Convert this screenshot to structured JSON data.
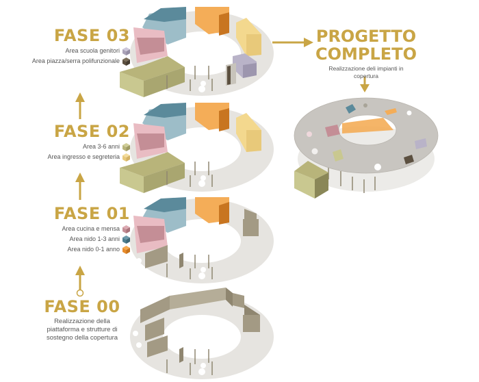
{
  "phases": [
    {
      "id": "fase-03",
      "title": "FASE 03",
      "legend": [
        {
          "label": "Area scuola genitori",
          "color": "#aaa3b8"
        },
        {
          "label": "Area piazza/serra polifunzionale",
          "color": "#5c5040"
        }
      ]
    },
    {
      "id": "fase-02",
      "title": "FASE 02",
      "legend": [
        {
          "label": "Area 3-6 anni",
          "color": "#b8b47a"
        },
        {
          "label": "Area ingresso e segreteria",
          "color": "#e8c97a"
        }
      ]
    },
    {
      "id": "fase-01",
      "title": "FASE 01",
      "legend": [
        {
          "label": "Area cucina e mensa",
          "color": "#c48e96"
        },
        {
          "label": "Area nido 1-3 anni",
          "color": "#4f7f90"
        },
        {
          "label": "Area nido 0-1 anno",
          "color": "#e88c2c"
        }
      ]
    },
    {
      "id": "fase-00",
      "title": "FASE 00",
      "description": [
        "Realizzazione della",
        "piattaforma e strutture di",
        "sostegno della copertura"
      ]
    }
  ],
  "complete": {
    "title_line1": "PROGETTO",
    "title_line2": "COMPLETO",
    "description": [
      "Realizzazione deli impianti in",
      "copertura"
    ]
  },
  "colors": {
    "accent": "#c9a545",
    "platform": "#e6e4e0",
    "wall": "#8f8670",
    "roof": "#c8c5c0",
    "nido01": "#f0a04c",
    "nido13": "#6e9aab",
    "cucina": "#e7b9c0",
    "area36": "#c9c890",
    "ingresso": "#f3d88e",
    "genitori": "#b9b3c8",
    "piazza": "#5c5040"
  }
}
